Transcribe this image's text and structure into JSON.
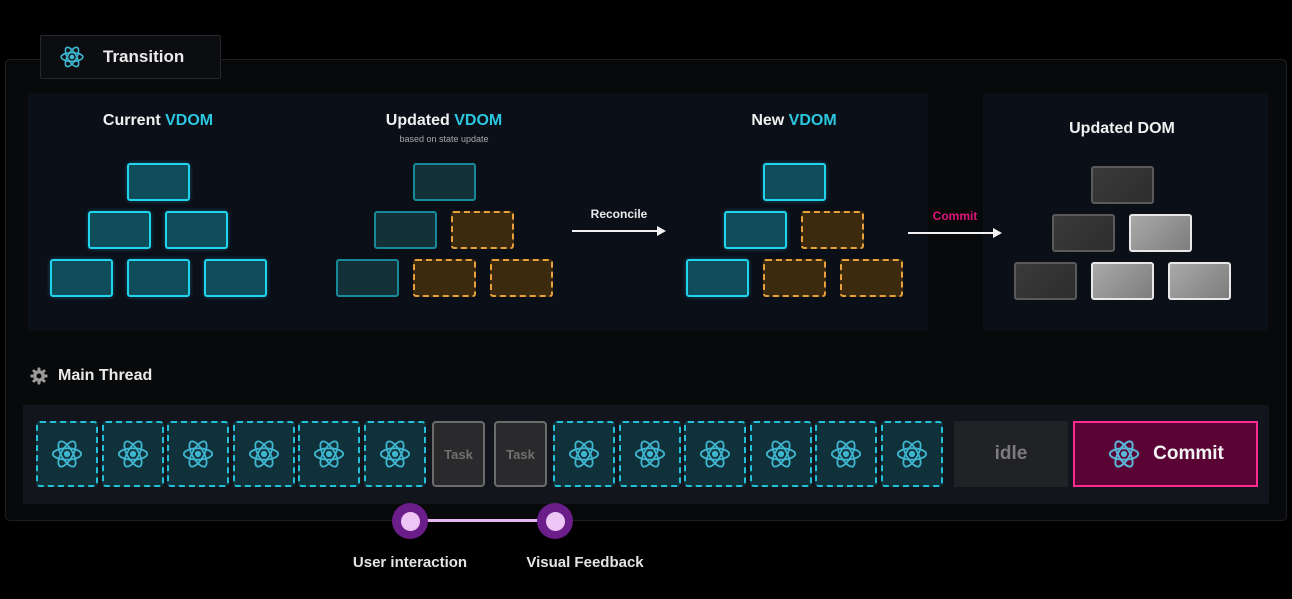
{
  "tab": {
    "label": "Transition",
    "icon": "react-atom-icon"
  },
  "stages": [
    {
      "title": "Current",
      "accent": "VDOM",
      "subtitle": ""
    },
    {
      "title": "Updated",
      "accent": "VDOM",
      "subtitle": "based on state update"
    },
    {
      "title": "New",
      "accent": "VDOM",
      "subtitle": ""
    },
    {
      "title": "Updated DOM",
      "accent": "",
      "subtitle": ""
    }
  ],
  "arrows": [
    {
      "label": "Reconcile",
      "color": "#f0f0f0"
    },
    {
      "label": "Commit",
      "color": "#e0157a"
    }
  ],
  "trees": {
    "current": [
      "cyan",
      "cyan",
      "cyan",
      "cyan",
      "cyan",
      "cyan"
    ],
    "updated": [
      "cyan-dim",
      "cyan-dim",
      "orange",
      "cyan-dim",
      "orange",
      "orange"
    ],
    "new": [
      "cyan",
      "cyan",
      "orange",
      "cyan",
      "orange",
      "orange"
    ],
    "dom": [
      "gray-dark",
      "gray-dark",
      "gray-light",
      "gray-dark",
      "gray-light",
      "gray-light"
    ]
  },
  "main_thread": {
    "label": "Main Thread",
    "icon": "gear-icon",
    "slots": [
      "react",
      "react",
      "react",
      "react",
      "react",
      "react",
      "Task",
      "Task",
      "react",
      "react",
      "react",
      "react",
      "react",
      "react"
    ],
    "idle_label": "idle",
    "commit_label": "Commit"
  },
  "markers": [
    {
      "label": "User interaction"
    },
    {
      "label": "Visual Feedback"
    }
  ],
  "colors": {
    "accent_cyan": "#22d3ee",
    "accent_orange": "#e6a13a",
    "accent_pink": "#ff2a93",
    "marker_purple": "#6b1e8a"
  }
}
